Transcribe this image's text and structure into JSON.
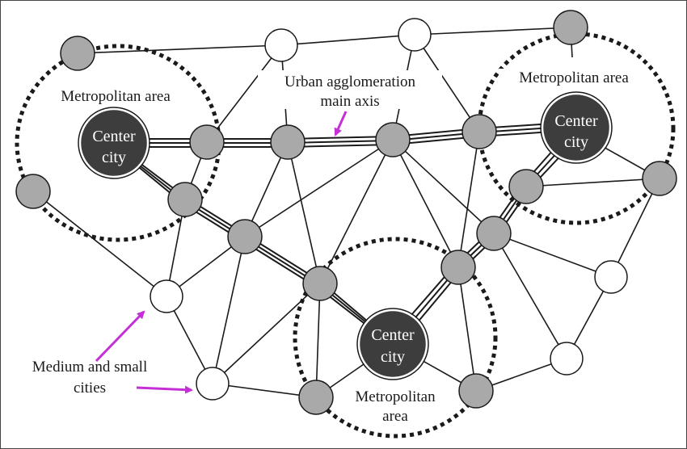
{
  "labels": {
    "metro_left": "Metropolitan area",
    "metro_right": "Metropolitan area",
    "metro_bottom_line1": "Metropolitan",
    "metro_bottom_line2": "area",
    "axis_line1": "Urban agglomeration",
    "axis_line2": "main axis",
    "cities_line1": "Medium and small",
    "cities_line2": "cities",
    "center_line1": "Center",
    "center_line2": "city"
  },
  "colors": {
    "center_node": "#3d3d3d",
    "metro_node": "#a9a9a9",
    "small_node": "#ffffff",
    "arrow": "#c42fd6",
    "line": "#1a1a1a"
  }
}
